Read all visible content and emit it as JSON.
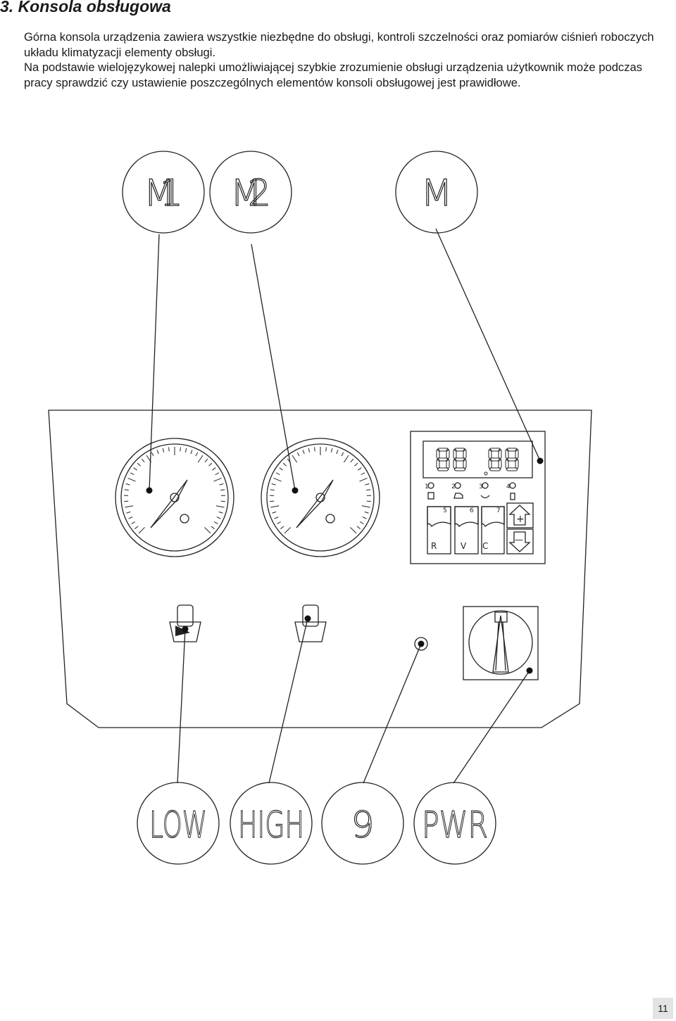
{
  "heading": {
    "title": "3. Konsola obsługowa"
  },
  "intro": {
    "paragraph1": "Górna konsola urządzenia zawiera wszystkie niezbędne do obsługi, kontroli szczelności oraz pomiarów ciśnień roboczych układu klimatyzacji elementy obsługi.",
    "paragraph2": "Na podstawie wielojęzykowej nalepki umożliwiającej szybkie zrozumienie obsługi urządzenia użytkownik może podczas pracy sprawdzić czy ustawienie poszczególnych elementów konsoli obsługowej jest prawidłowe."
  },
  "callouts": {
    "m1": "M1",
    "m2": "M2",
    "m": "M",
    "low": "LOW",
    "high": "HIGH",
    "nine": "9",
    "pwr": "PWR"
  },
  "control_panel": {
    "display": "88.88",
    "indicators": [
      "1",
      "2",
      "3",
      "4"
    ],
    "keys": [
      {
        "number": "5",
        "letter": "R"
      },
      {
        "number": "6",
        "letter": "V"
      },
      {
        "number": "7",
        "letter": "C"
      }
    ],
    "up_key": "+",
    "down_key": "—"
  },
  "page": {
    "number": "11"
  }
}
